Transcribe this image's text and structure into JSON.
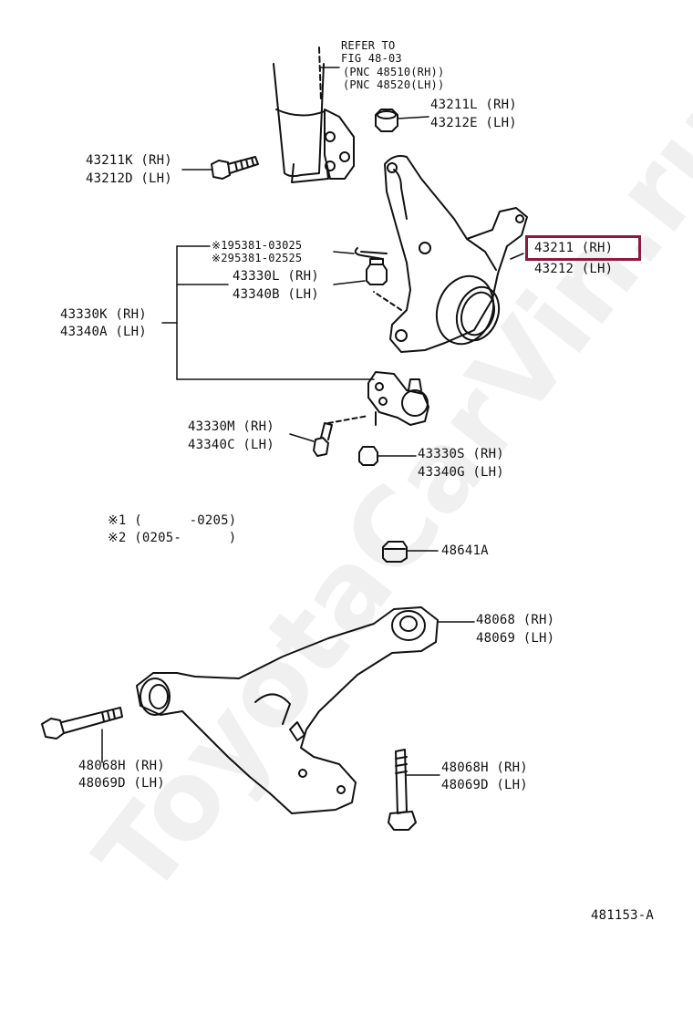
{
  "watermark": "ToyotaCarVin.ru",
  "reference_note": {
    "line1": "REFER TO",
    "line2": "FIG 48-03",
    "line3": "(PNC 48510(RH))",
    "line4": "(PNC 48520(LH))"
  },
  "parts": {
    "nut_top": {
      "rh": "43211L (RH)",
      "lh": "43212E (LH)"
    },
    "bolt_top": {
      "rh": "43211K (RH)",
      "lh": "43212D (LH)"
    },
    "pin_ref": {
      "rh": "※195381-03025",
      "lh": "※295381-02525"
    },
    "castle_nut": {
      "rh": "43330L (RH)",
      "lh": "43340B (LH)"
    },
    "ball_joint": {
      "rh": "43330K (RH)",
      "lh": "43340A (LH)"
    },
    "knuckle": {
      "rh": "43211 (RH)",
      "lh": "43212 (LH)"
    },
    "ball_joint_bolt": {
      "rh": "43330M (RH)",
      "lh": "43340C (LH)"
    },
    "ball_joint_nut": {
      "rh": "43330S (RH)",
      "lh": "43340G (LH)"
    },
    "arm_nut": {
      "label": "48641A"
    },
    "lower_arm": {
      "rh": "48068 (RH)",
      "lh": "48069 (LH)"
    },
    "arm_bolt_left": {
      "rh": "48068H (RH)",
      "lh": "48069D (LH)"
    },
    "arm_bolt_right": {
      "rh": "48068H (RH)",
      "lh": "48069D (LH)"
    }
  },
  "notes": {
    "note1": "※1 (      -0205)",
    "note2": "※2 (0205-      )"
  },
  "figure_code": "481153-A",
  "highlight_color": "#8b1a3c"
}
